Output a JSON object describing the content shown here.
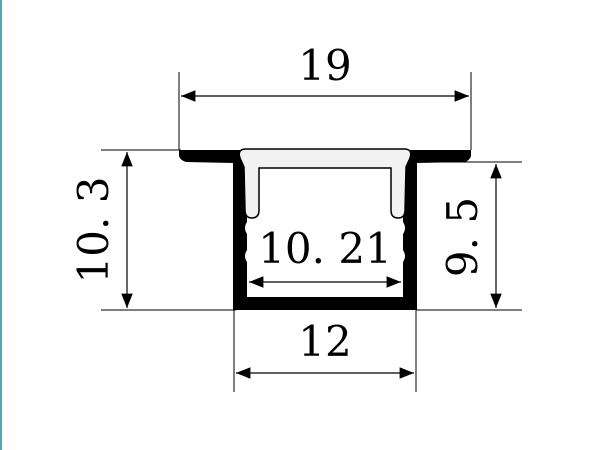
{
  "dimensions": {
    "top_width": "19",
    "left_height": "10. 3",
    "inner_width": "10. 21",
    "right_height": "9. 5",
    "bottom_width": "12"
  },
  "colors": {
    "profile": "#000000",
    "diffuser": "#f2f2f2",
    "background": "#ffffff",
    "left_border": "#49a9b6"
  }
}
